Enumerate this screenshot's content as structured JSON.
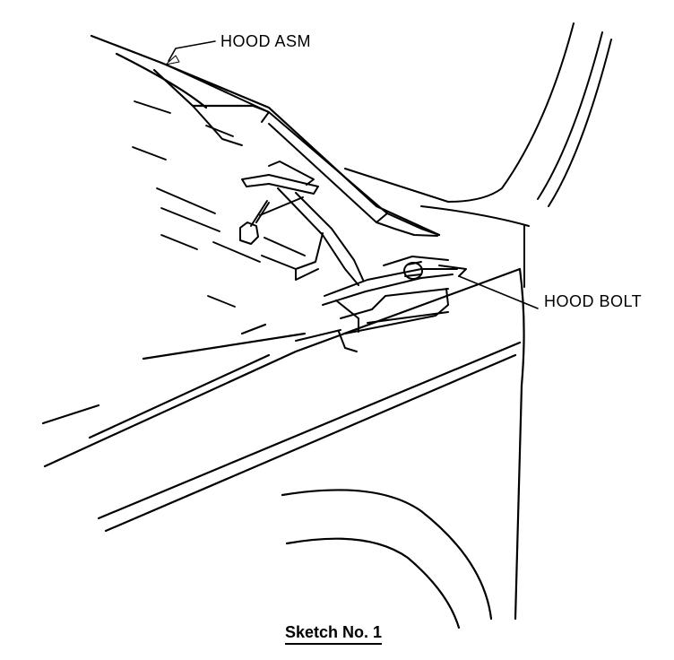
{
  "labels": {
    "hood_asm": "HOOD ASM",
    "hood_bolt": "HOOD BOLT"
  },
  "caption": "Sketch No. 1"
}
